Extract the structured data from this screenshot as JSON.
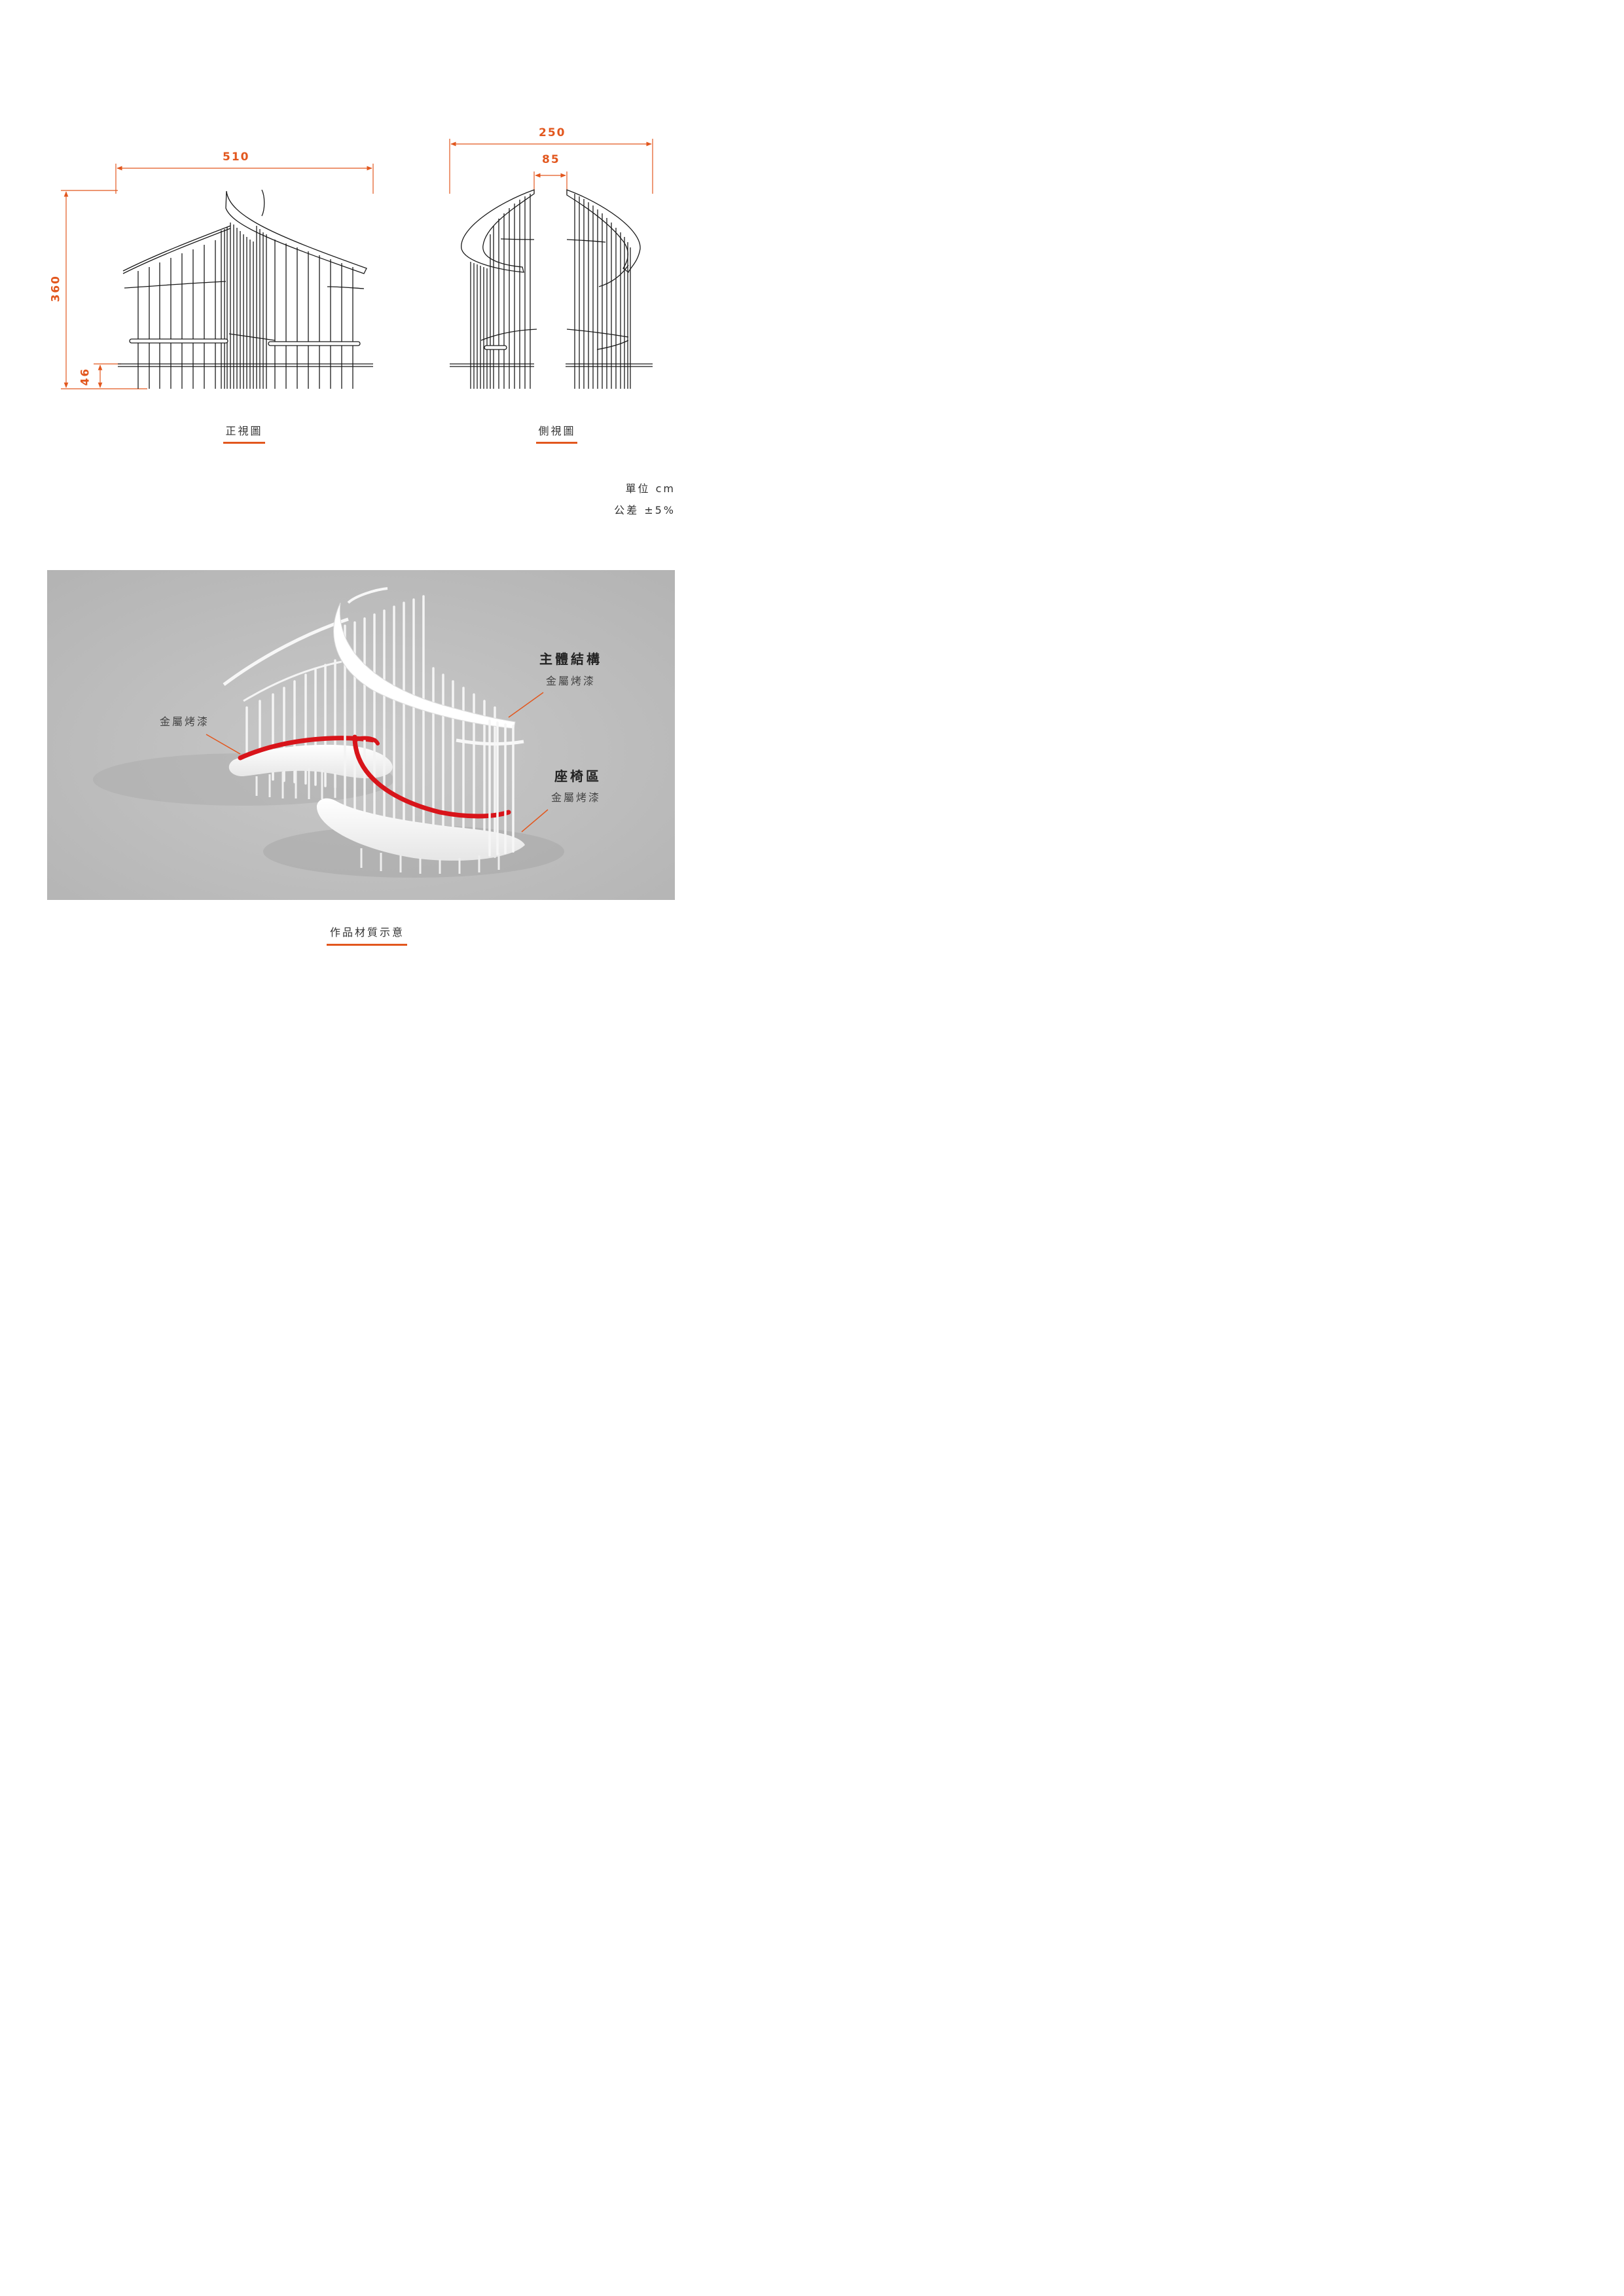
{
  "colors": {
    "accent": "#e2571e",
    "line": "#1a1a1a",
    "panel_bg": "#b9b9b9",
    "highlight": "#d8141a",
    "model": "#ffffff"
  },
  "front_view": {
    "width_label": "510",
    "height_label": "360",
    "seat_height_label": "46",
    "caption": "正視圖"
  },
  "side_view": {
    "width_label": "250",
    "gap_label": "85",
    "caption": "側視圖"
  },
  "notes": {
    "unit": "單位 cm",
    "tolerance": "公差 ±5%"
  },
  "render": {
    "caption": "作品材質示意",
    "callouts": {
      "left_finish": "金屬烤漆",
      "main_structure_title": "主體結構",
      "main_structure_finish": "金屬烤漆",
      "seat_title": "座椅區",
      "seat_finish": "金屬烤漆"
    }
  }
}
